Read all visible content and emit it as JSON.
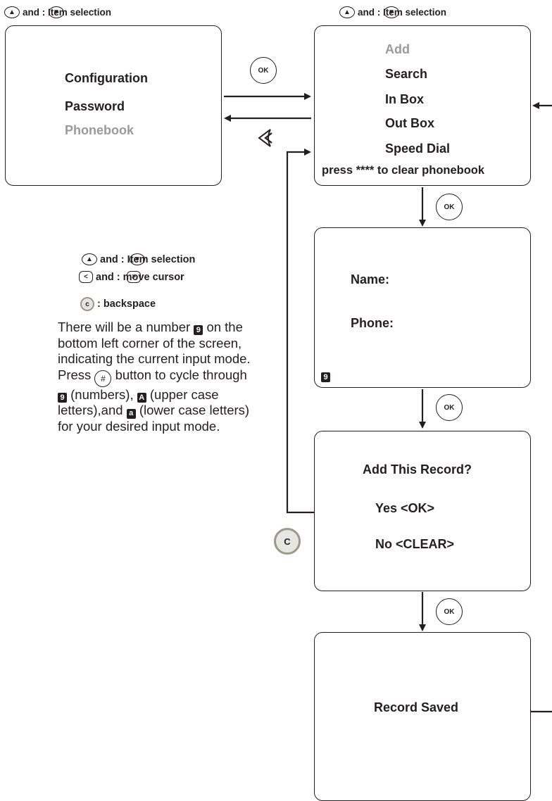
{
  "headers": {
    "left_selection": "and        : Item selection",
    "right_selection": "and        : Item selection"
  },
  "main_menu": {
    "items": [
      "Configuration",
      "Password",
      "Phonebook"
    ],
    "highlighted_index": 2
  },
  "phonebook_menu": {
    "items": [
      "Add",
      "Search",
      "In Box",
      "Out Box",
      "Speed Dial"
    ],
    "highlighted_index": 0,
    "footer": "press **** to clear phonebook"
  },
  "buttons": {
    "ok": "OK",
    "c": "C",
    "c_small": "c",
    "back_glyph": "<",
    "forward_glyph": ">",
    "hash_glyph": "#",
    "up_glyph": "▲",
    "down_glyph": "▼"
  },
  "help": {
    "line1": "and        : Item selection",
    "line2": "and        : move cursor",
    "line3": ": backspace",
    "para_part1": "There will be a number",
    "para_part2": "on the bottom left corner of the screen, indicating the current input mode. Press",
    "para_part3": "button to cycle through",
    "para_part4": "(numbers),",
    "para_part5": "(upper case letters),and",
    "para_part6": "(lower case letters) for your desired input mode."
  },
  "mode_indicators": {
    "numbers": "9",
    "upper": "A",
    "lower": "a"
  },
  "entry_screen": {
    "name_label": "Name:",
    "phone_label": "Phone:",
    "mode": "9"
  },
  "confirm_screen": {
    "title": "Add This Record?",
    "yes": "Yes <OK>",
    "no": "No <CLEAR>"
  },
  "saved_screen": {
    "message": "Record Saved"
  }
}
